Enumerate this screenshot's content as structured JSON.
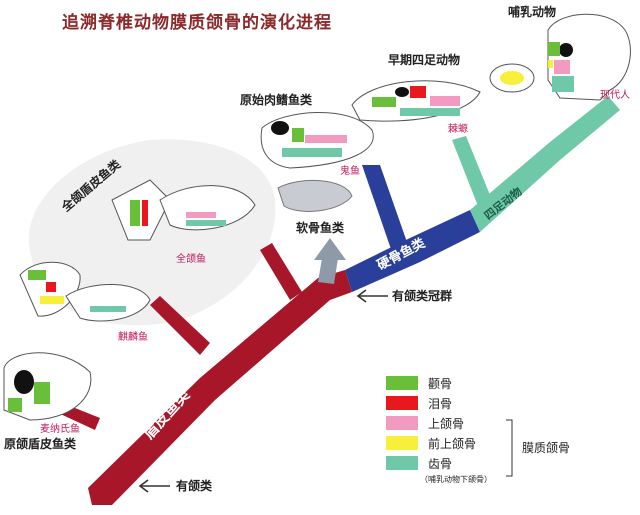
{
  "title": "追溯脊椎动物膜质颌骨的演化进程",
  "groups": {
    "mammals": "哺乳动物",
    "early_tetrapods": "早期四足动物",
    "primitive_lobe_fins": "原始肉鳍鱼类",
    "full_jaw_placoderms": "全颌盾皮鱼类",
    "cartilaginous_fish": "软骨鱼类",
    "proto_jaw_placoderms": "原颌盾皮鱼类"
  },
  "species": {
    "modern_human": "现代人",
    "acanthostega": "棘螈",
    "guiyu": "鬼鱼",
    "quanyu": "全颌鱼",
    "qilinyu": "麒麟鱼",
    "macropetalichthys": "麦纳氏鱼"
  },
  "trunk_labels": {
    "tetrapods": "四足动物",
    "osteichthyes": "硬骨鱼类",
    "placoderms": "盾皮鱼类"
  },
  "annotations": {
    "crown_gnathostomes": "有颌类冠群",
    "gnathostomes": "有颌类"
  },
  "legend": {
    "items": [
      {
        "label": "颧骨",
        "color": "#6abf3a"
      },
      {
        "label": "泪骨",
        "color": "#e8191e"
      },
      {
        "label": "上颌骨",
        "color": "#f29ac0"
      },
      {
        "label": "前上颌骨",
        "color": "#f7ef3a"
      },
      {
        "label": "齿骨",
        "color": "#6fc9a8"
      }
    ],
    "bracket_label": "膜质颌骨",
    "note": "（哺乳动物下颌骨）"
  },
  "colors": {
    "placoderm_branch": "#a8162a",
    "osteichthyes_branch": "#2a3f9a",
    "tetrapod_branch": "#6fc9a8",
    "cartilaginous_branch": "#8e9aa8"
  }
}
